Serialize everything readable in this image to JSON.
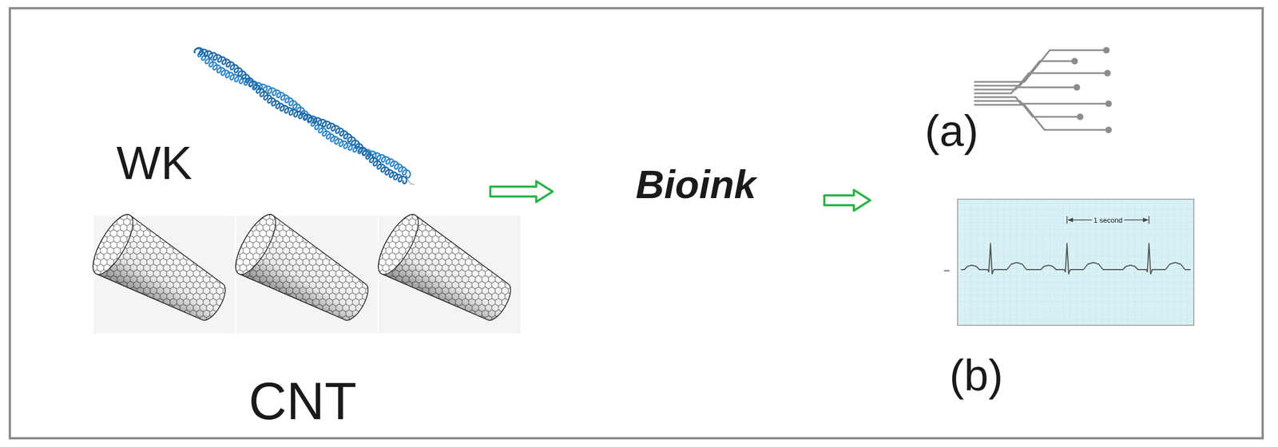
{
  "diagram": {
    "labels": [
      "WK",
      "CNT",
      "Bioink",
      "(a)",
      "(b)",
      "1 second"
    ]
  }
}
